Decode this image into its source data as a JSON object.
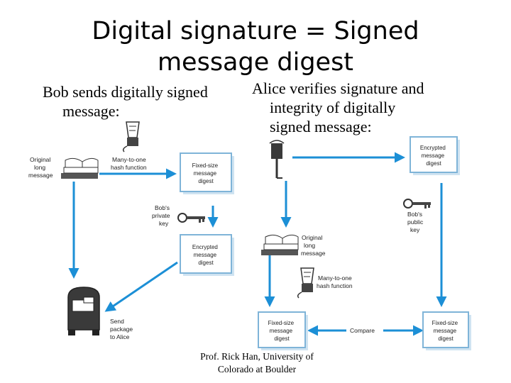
{
  "title": {
    "line1": "Digital signature = Signed",
    "line2": "message digest"
  },
  "left_subtitle": {
    "line1": "Bob sends digitally signed",
    "line2": "message:"
  },
  "right_subtitle": {
    "line1": "Alice verifies signature and",
    "line2": "integrity of digitally",
    "line3": "signed message:"
  },
  "footer": {
    "line1": "Prof. Rick Han, University of",
    "line2": "Colorado at Boulder"
  },
  "bob": {
    "original_message": [
      "Original",
      "long",
      "message"
    ],
    "hash_function": [
      "Many-to-one",
      "hash function"
    ],
    "fixed_digest": [
      "Fixed-size",
      "message",
      "digest"
    ],
    "private_key": [
      "Bob's",
      "private",
      "key"
    ],
    "encrypted_digest": [
      "Encrypted",
      "message",
      "digest"
    ],
    "send": [
      "Send",
      "package",
      "to Alice"
    ]
  },
  "alice": {
    "encrypted_digest": [
      "Encrypted",
      "message",
      "digest"
    ],
    "public_key": [
      "Bob's",
      "public",
      "key"
    ],
    "original_message": [
      "Original",
      "long",
      "message"
    ],
    "hash_function": [
      "Many-to-one",
      "hash function"
    ],
    "fixed_digest_left": [
      "Fixed-size",
      "message",
      "digest"
    ],
    "compare": "Compare",
    "fixed_digest_right": [
      "Fixed-size",
      "message",
      "digest"
    ]
  },
  "colors": {
    "arrow": "#1c8fd6",
    "box_border": "#7fb4d8",
    "box_shadow": "#cfe3f1"
  },
  "icons": [
    "blender-icon",
    "book-stack-icon",
    "key-icon",
    "mailbox-icon"
  ]
}
